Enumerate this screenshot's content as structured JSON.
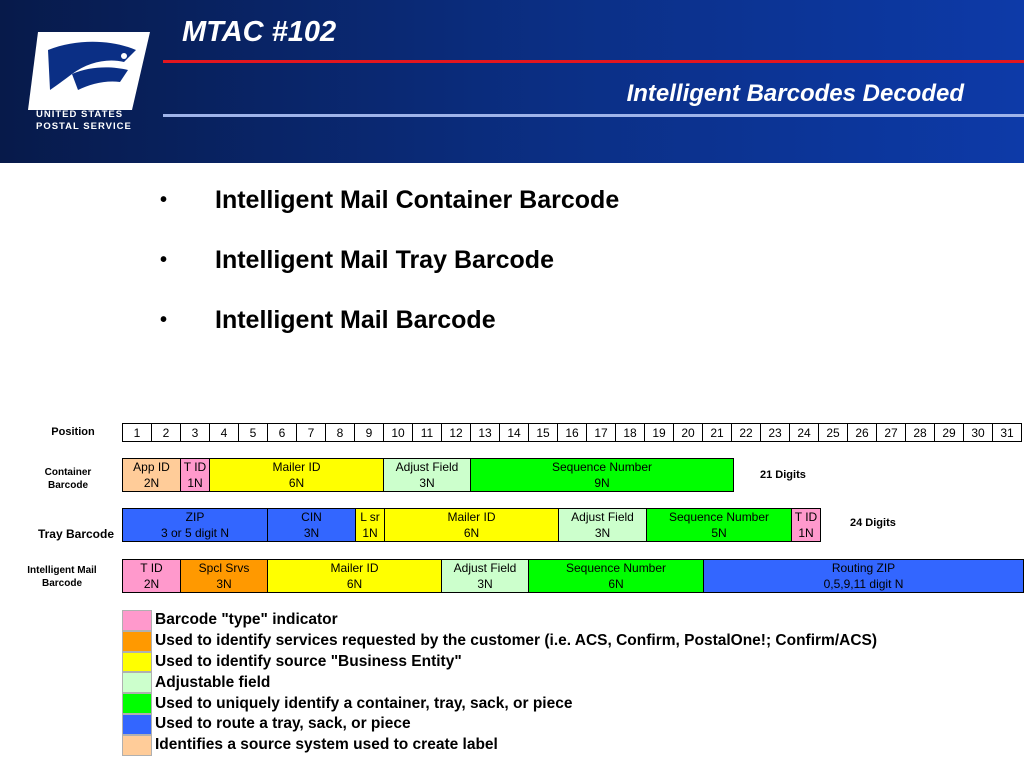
{
  "header": {
    "title": "MTAC #102",
    "subtitle": "Intelligent Barcodes Decoded",
    "logo_text_line1": "UNITED STATES",
    "logo_text_line2": "POSTAL SERVICE"
  },
  "bullets": [
    "Intelligent Mail Container Barcode",
    "Intelligent Mail Tray Barcode",
    "Intelligent Mail Barcode"
  ],
  "colors": {
    "pink": "#ff99cc",
    "orange": "#ff9900",
    "yellow": "#ffff00",
    "light_green": "#ccffcc",
    "green": "#00ff00",
    "blue": "#3366ff",
    "peach": "#ffcc99"
  },
  "position_row": {
    "label": "Position",
    "cells": [
      "1",
      "2",
      "3",
      "4",
      "5",
      "6",
      "7",
      "8",
      "9",
      "10",
      "11",
      "12",
      "13",
      "14",
      "15",
      "16",
      "17",
      "18",
      "19",
      "20",
      "21",
      "22",
      "23",
      "24",
      "25",
      "26",
      "27",
      "28",
      "29",
      "30",
      "31"
    ]
  },
  "container": {
    "label_line1": "Container",
    "label_line2": "Barcode",
    "digits": "21 Digits",
    "segments": [
      {
        "name": "App ID",
        "len": "2N"
      },
      {
        "name": "T ID",
        "len": "1N"
      },
      {
        "name": "Mailer  ID",
        "len": "6N"
      },
      {
        "name": "Adjust Field",
        "len": "3N"
      },
      {
        "name": "Sequence Number",
        "len": "9N"
      }
    ]
  },
  "tray": {
    "label": "Tray Barcode",
    "digits": "24 Digits",
    "segments": [
      {
        "name": "ZIP",
        "len": "3 or 5 digit N"
      },
      {
        "name": "CIN",
        "len": "3N"
      },
      {
        "name": "L sr",
        "len": "1N"
      },
      {
        "name": "Mailer ID",
        "len": "6N"
      },
      {
        "name": "Adjust Field",
        "len": "3N"
      },
      {
        "name": "Sequence Number",
        "len": "5N"
      },
      {
        "name": "T ID",
        "len": "1N"
      }
    ]
  },
  "imb": {
    "label_line1": "Intelligent Mail",
    "label_line2": "Barcode",
    "segments": [
      {
        "name": "T ID",
        "len": "2N"
      },
      {
        "name": "Spcl Srvs",
        "len": "3N"
      },
      {
        "name": "Mailer ID",
        "len": "6N"
      },
      {
        "name": "Adjust Field",
        "len": "3N"
      },
      {
        "name": "Sequence Number",
        "len": "6N"
      },
      {
        "name": "Routing ZIP",
        "len": "0,5,9,11 digit N"
      }
    ]
  },
  "legend": [
    "Barcode \"type\" indicator",
    "Used to identify services requested by the customer (i.e. ACS, Confirm, PostalOne!;  Confirm/ACS)",
    "Used to identify source \"Business Entity\"",
    "Adjustable field",
    "Used to uniquely identify a container, tray, sack, or piece",
    "Used to route a tray, sack, or piece",
    "Identifies a source system used to create label"
  ]
}
